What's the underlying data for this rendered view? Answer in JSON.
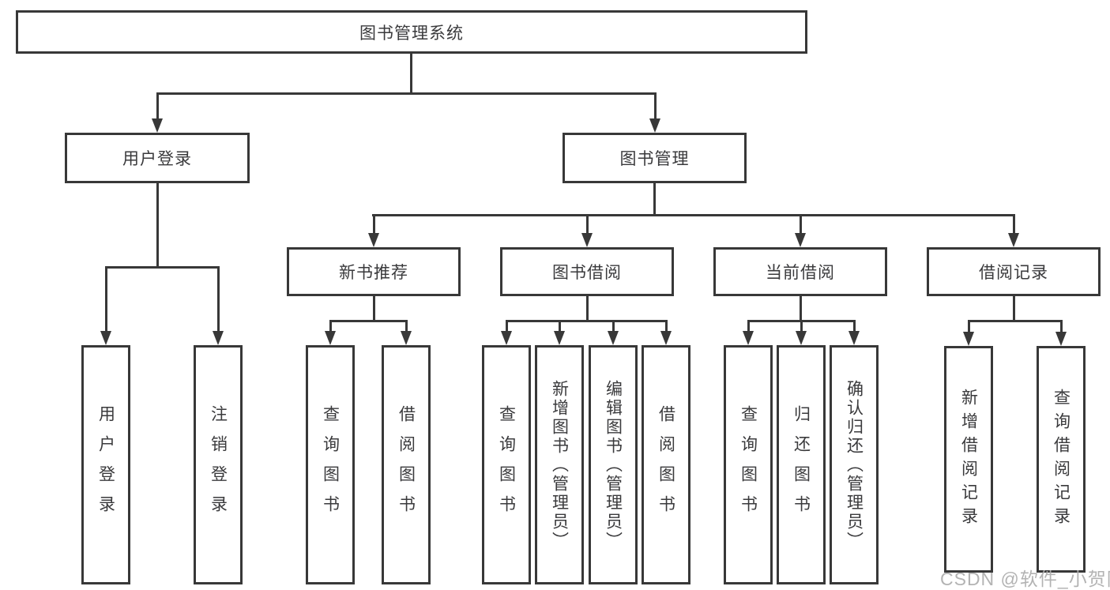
{
  "diagram": {
    "title": "图书管理系统",
    "watermark": "CSDN @软件_小贺同学",
    "colors": {
      "line": "#383838",
      "box_border": "#383838",
      "text": "#3a3a3c",
      "watermark": "#adadad",
      "background": "#ffffff"
    },
    "nodes": {
      "root": {
        "label": "图书管理系统"
      },
      "user_login": {
        "label": "用户登录"
      },
      "book_mgmt": {
        "label": "图书管理"
      },
      "new_book": {
        "label": "新书推荐"
      },
      "book_borrow": {
        "label": "图书借阅"
      },
      "current_borrow": {
        "label": "当前借阅"
      },
      "borrow_record": {
        "label": "借阅记录"
      },
      "leaf_user_login": {
        "label": "用户登录"
      },
      "leaf_logout": {
        "label": "注销登录"
      },
      "leaf_query_book_1": {
        "label": "查询图书"
      },
      "leaf_borrow_book_1": {
        "label": "借阅图书"
      },
      "leaf_query_book_2": {
        "label": "查询图书"
      },
      "leaf_add_book": {
        "label": "新增图书（管理员）"
      },
      "leaf_edit_book": {
        "label": "编辑图书（管理员）"
      },
      "leaf_borrow_book_2": {
        "label": "借阅图书"
      },
      "leaf_query_book_3": {
        "label": "查询图书"
      },
      "leaf_return_book": {
        "label": "归还图书"
      },
      "leaf_confirm_return": {
        "label": "确认归还（管理员）"
      },
      "leaf_add_record": {
        "label": "新增借阅记录"
      },
      "leaf_query_record": {
        "label": "查询借阅记录"
      }
    }
  }
}
